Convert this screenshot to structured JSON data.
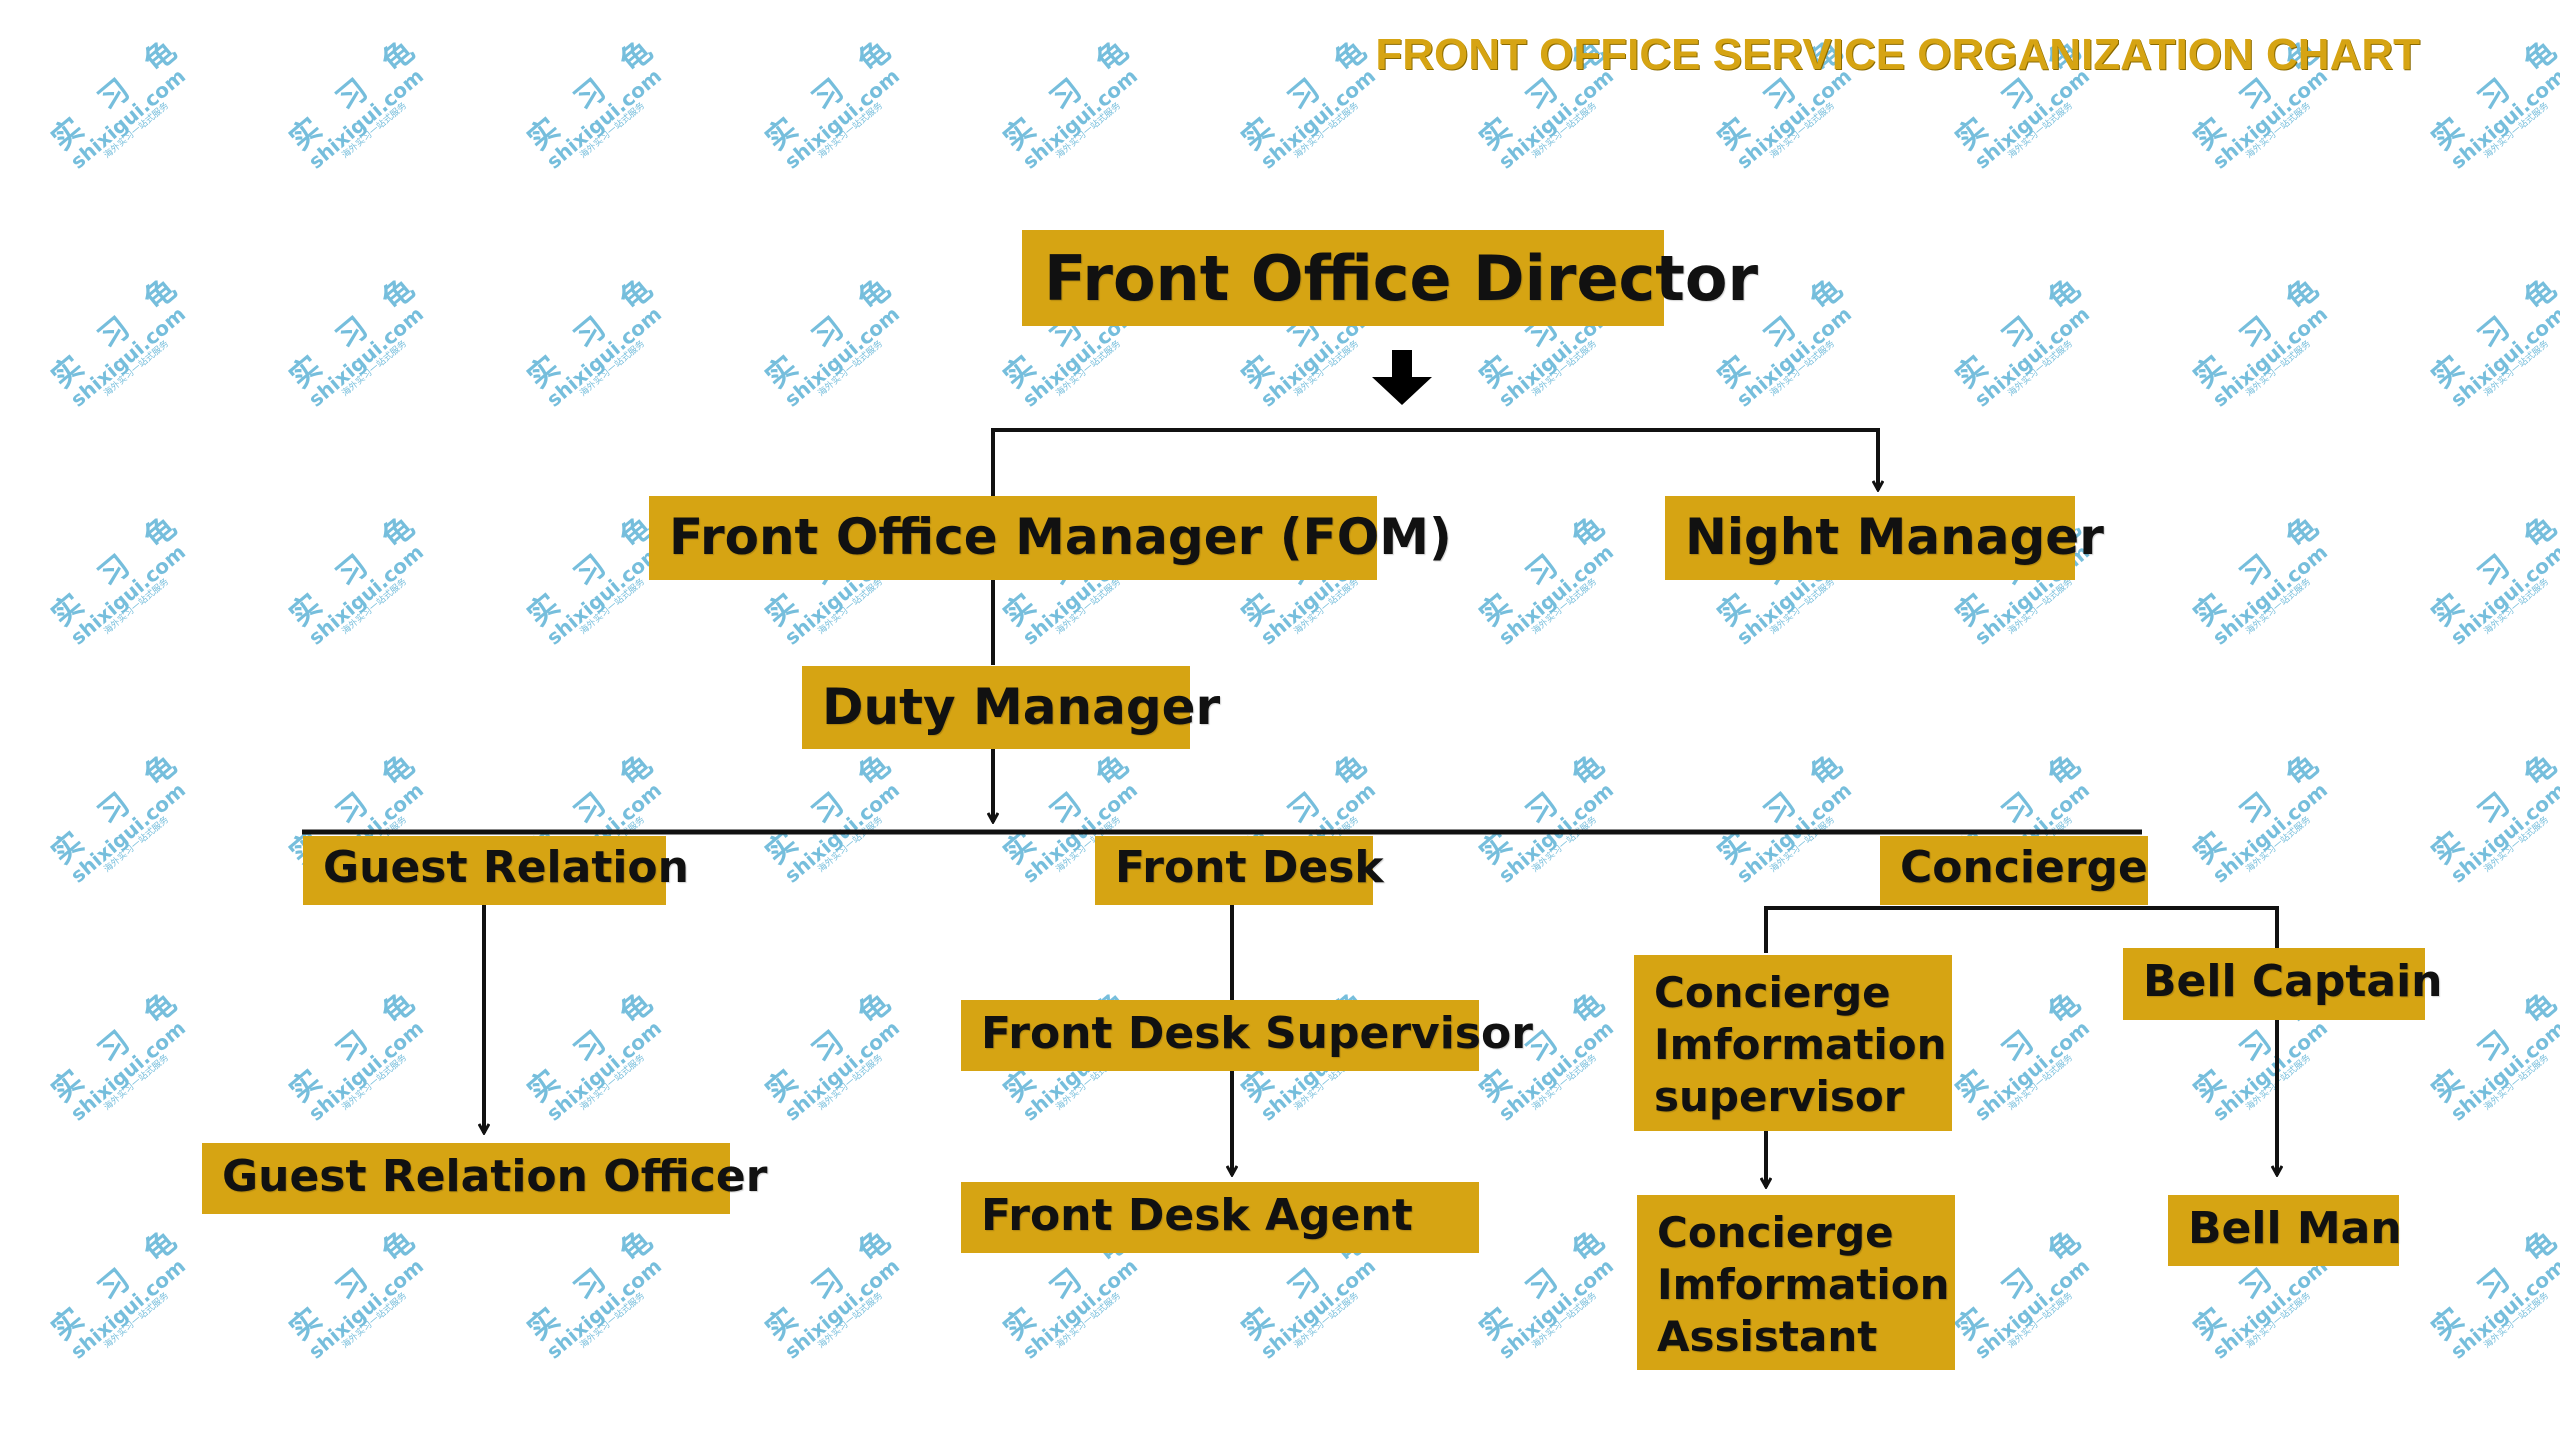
{
  "title": "FRONT OFFICE SERVICE ORGANIZATION CHART",
  "colors": {
    "box": "#d6a413",
    "line": "#111111",
    "watermark": "#5fb3d6"
  },
  "watermark": {
    "chinese": "实 习 龟",
    "url": "shixigui.com",
    "tagline": "海外实习一站式服务"
  },
  "nodes": {
    "director": "Front Office Director",
    "fom": "Front Office Manager (FOM)",
    "night_manager": "Night Manager",
    "duty_manager": "Duty Manager",
    "guest_relation": "Guest Relation",
    "front_desk": "Front Desk",
    "concierge": "Concierge",
    "guest_relation_officer": "Guest Relation  Officer",
    "front_desk_supervisor": "Front Desk Supervisor",
    "front_desk_agent": "Front Desk Agent",
    "concierge_info_supervisor": "Concierge Imformation supervisor",
    "concierge_info_assistant": "Concierge Imformation Assistant",
    "bell_captain": "Bell Captain",
    "bell_man": "Bell Man"
  }
}
